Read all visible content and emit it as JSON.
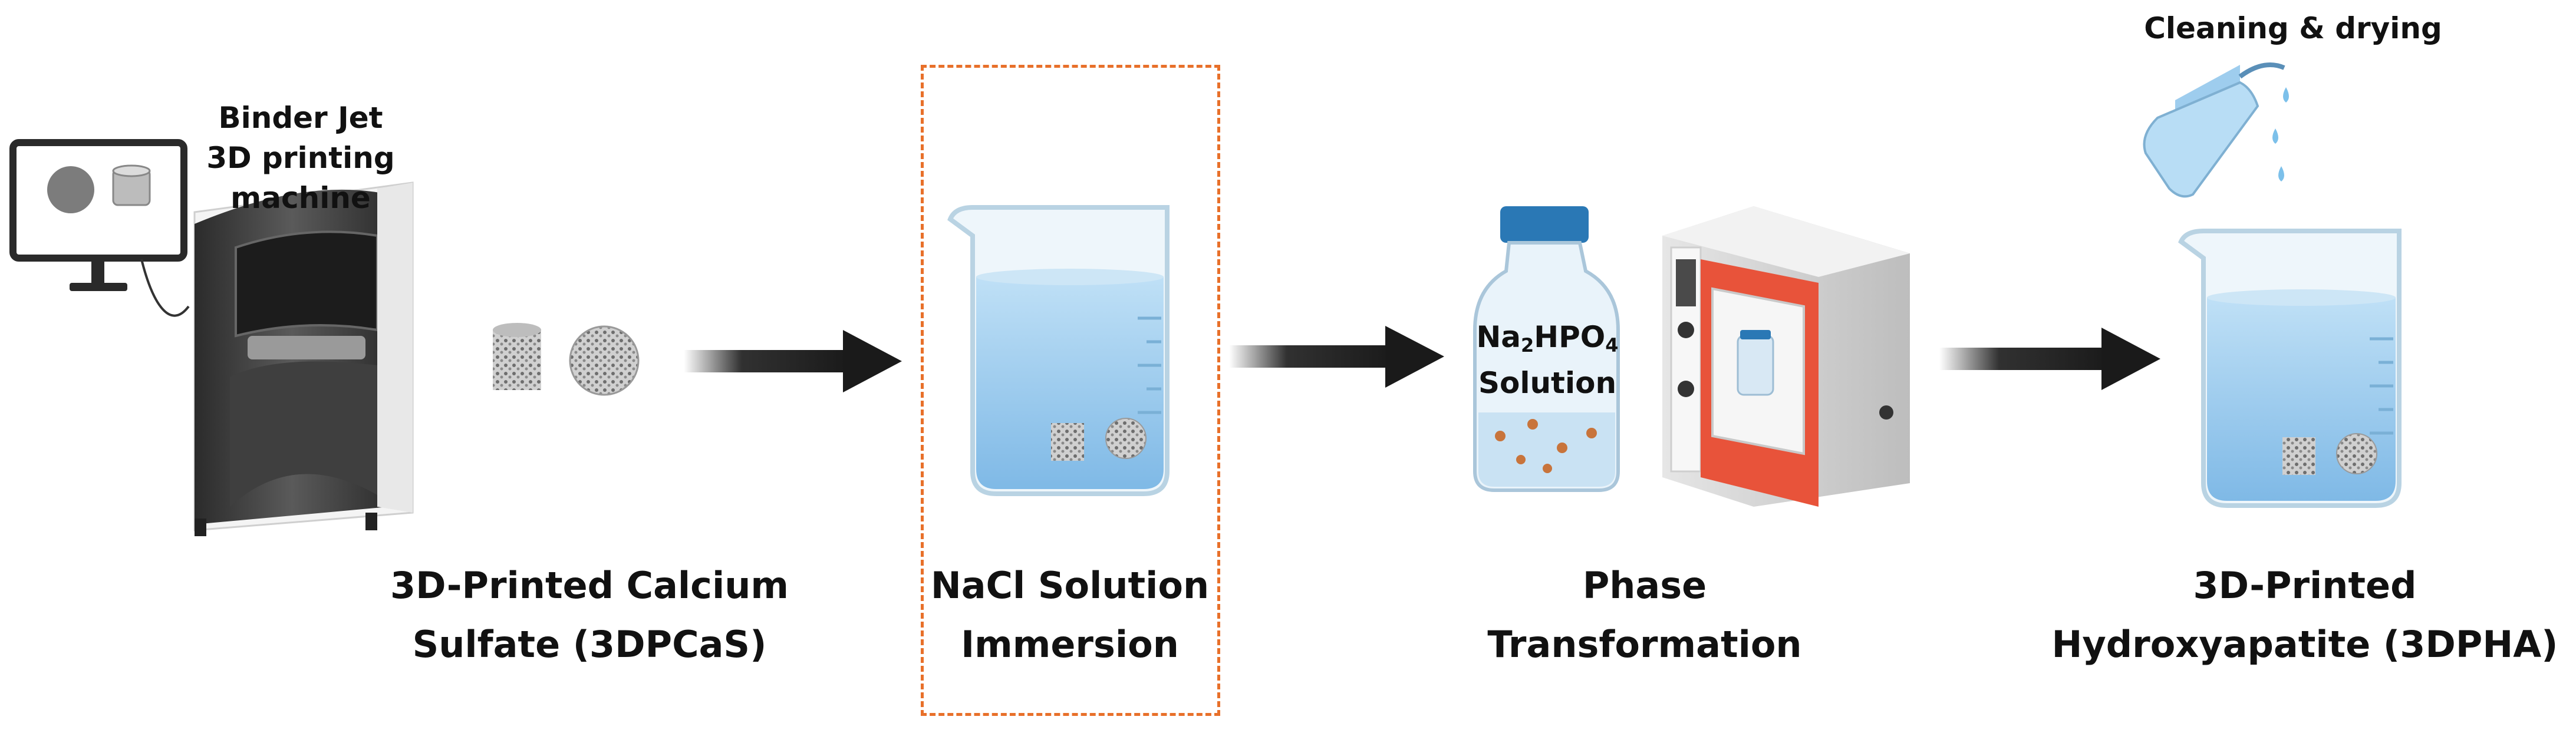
{
  "machine_label": {
    "line1": "Binder Jet",
    "line2": "3D printing machine"
  },
  "cleaning_label": "Cleaning & drying",
  "bottle_label": {
    "formula_prefix": "Na",
    "sub1": "2",
    "formula_mid": "HPO",
    "sub2": "4",
    "line2": "Solution"
  },
  "steps": [
    {
      "line1": "3D-Printed Calcium",
      "line2": "Sulfate (3DPCaS)"
    },
    {
      "line1": "NaCl Solution",
      "line2": "Immersion"
    },
    {
      "line1": "Phase",
      "line2": "Transformation"
    },
    {
      "line1": "3D-Printed",
      "line2": "Hydroxyapatite (3DPHA)"
    }
  ],
  "colors": {
    "arrow": "#1a1a1a",
    "water": "#a9d3ef",
    "highlight_box": "#e8702a",
    "oven_door": "#e8533a",
    "bottle_cap": "#2a78b5"
  }
}
